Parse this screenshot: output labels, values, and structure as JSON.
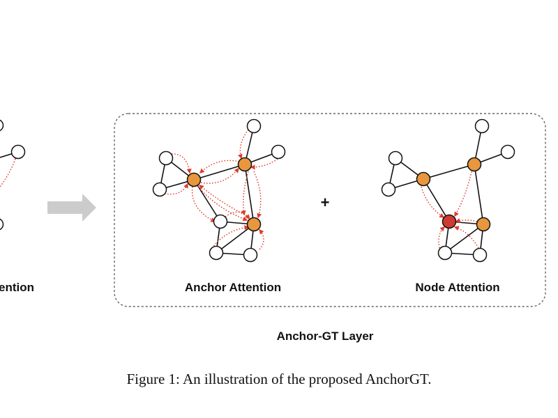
{
  "left_partial_label": "ention",
  "panels": {
    "anchor_attention": {
      "label": "Anchor Attention"
    },
    "node_attention": {
      "label": "Node Attention"
    },
    "plus_sign": "+"
  },
  "group_label": "Anchor-GT Layer",
  "caption": "Figure 1: An illustration of the proposed AnchorGT.",
  "colors": {
    "anchor_node": "#e8973e",
    "query_node": "#cf3a33",
    "plain_node": "#ffffff",
    "attention_edge": "#e03a2a",
    "arrow": "#cccccc",
    "box_border": "#666666"
  }
}
